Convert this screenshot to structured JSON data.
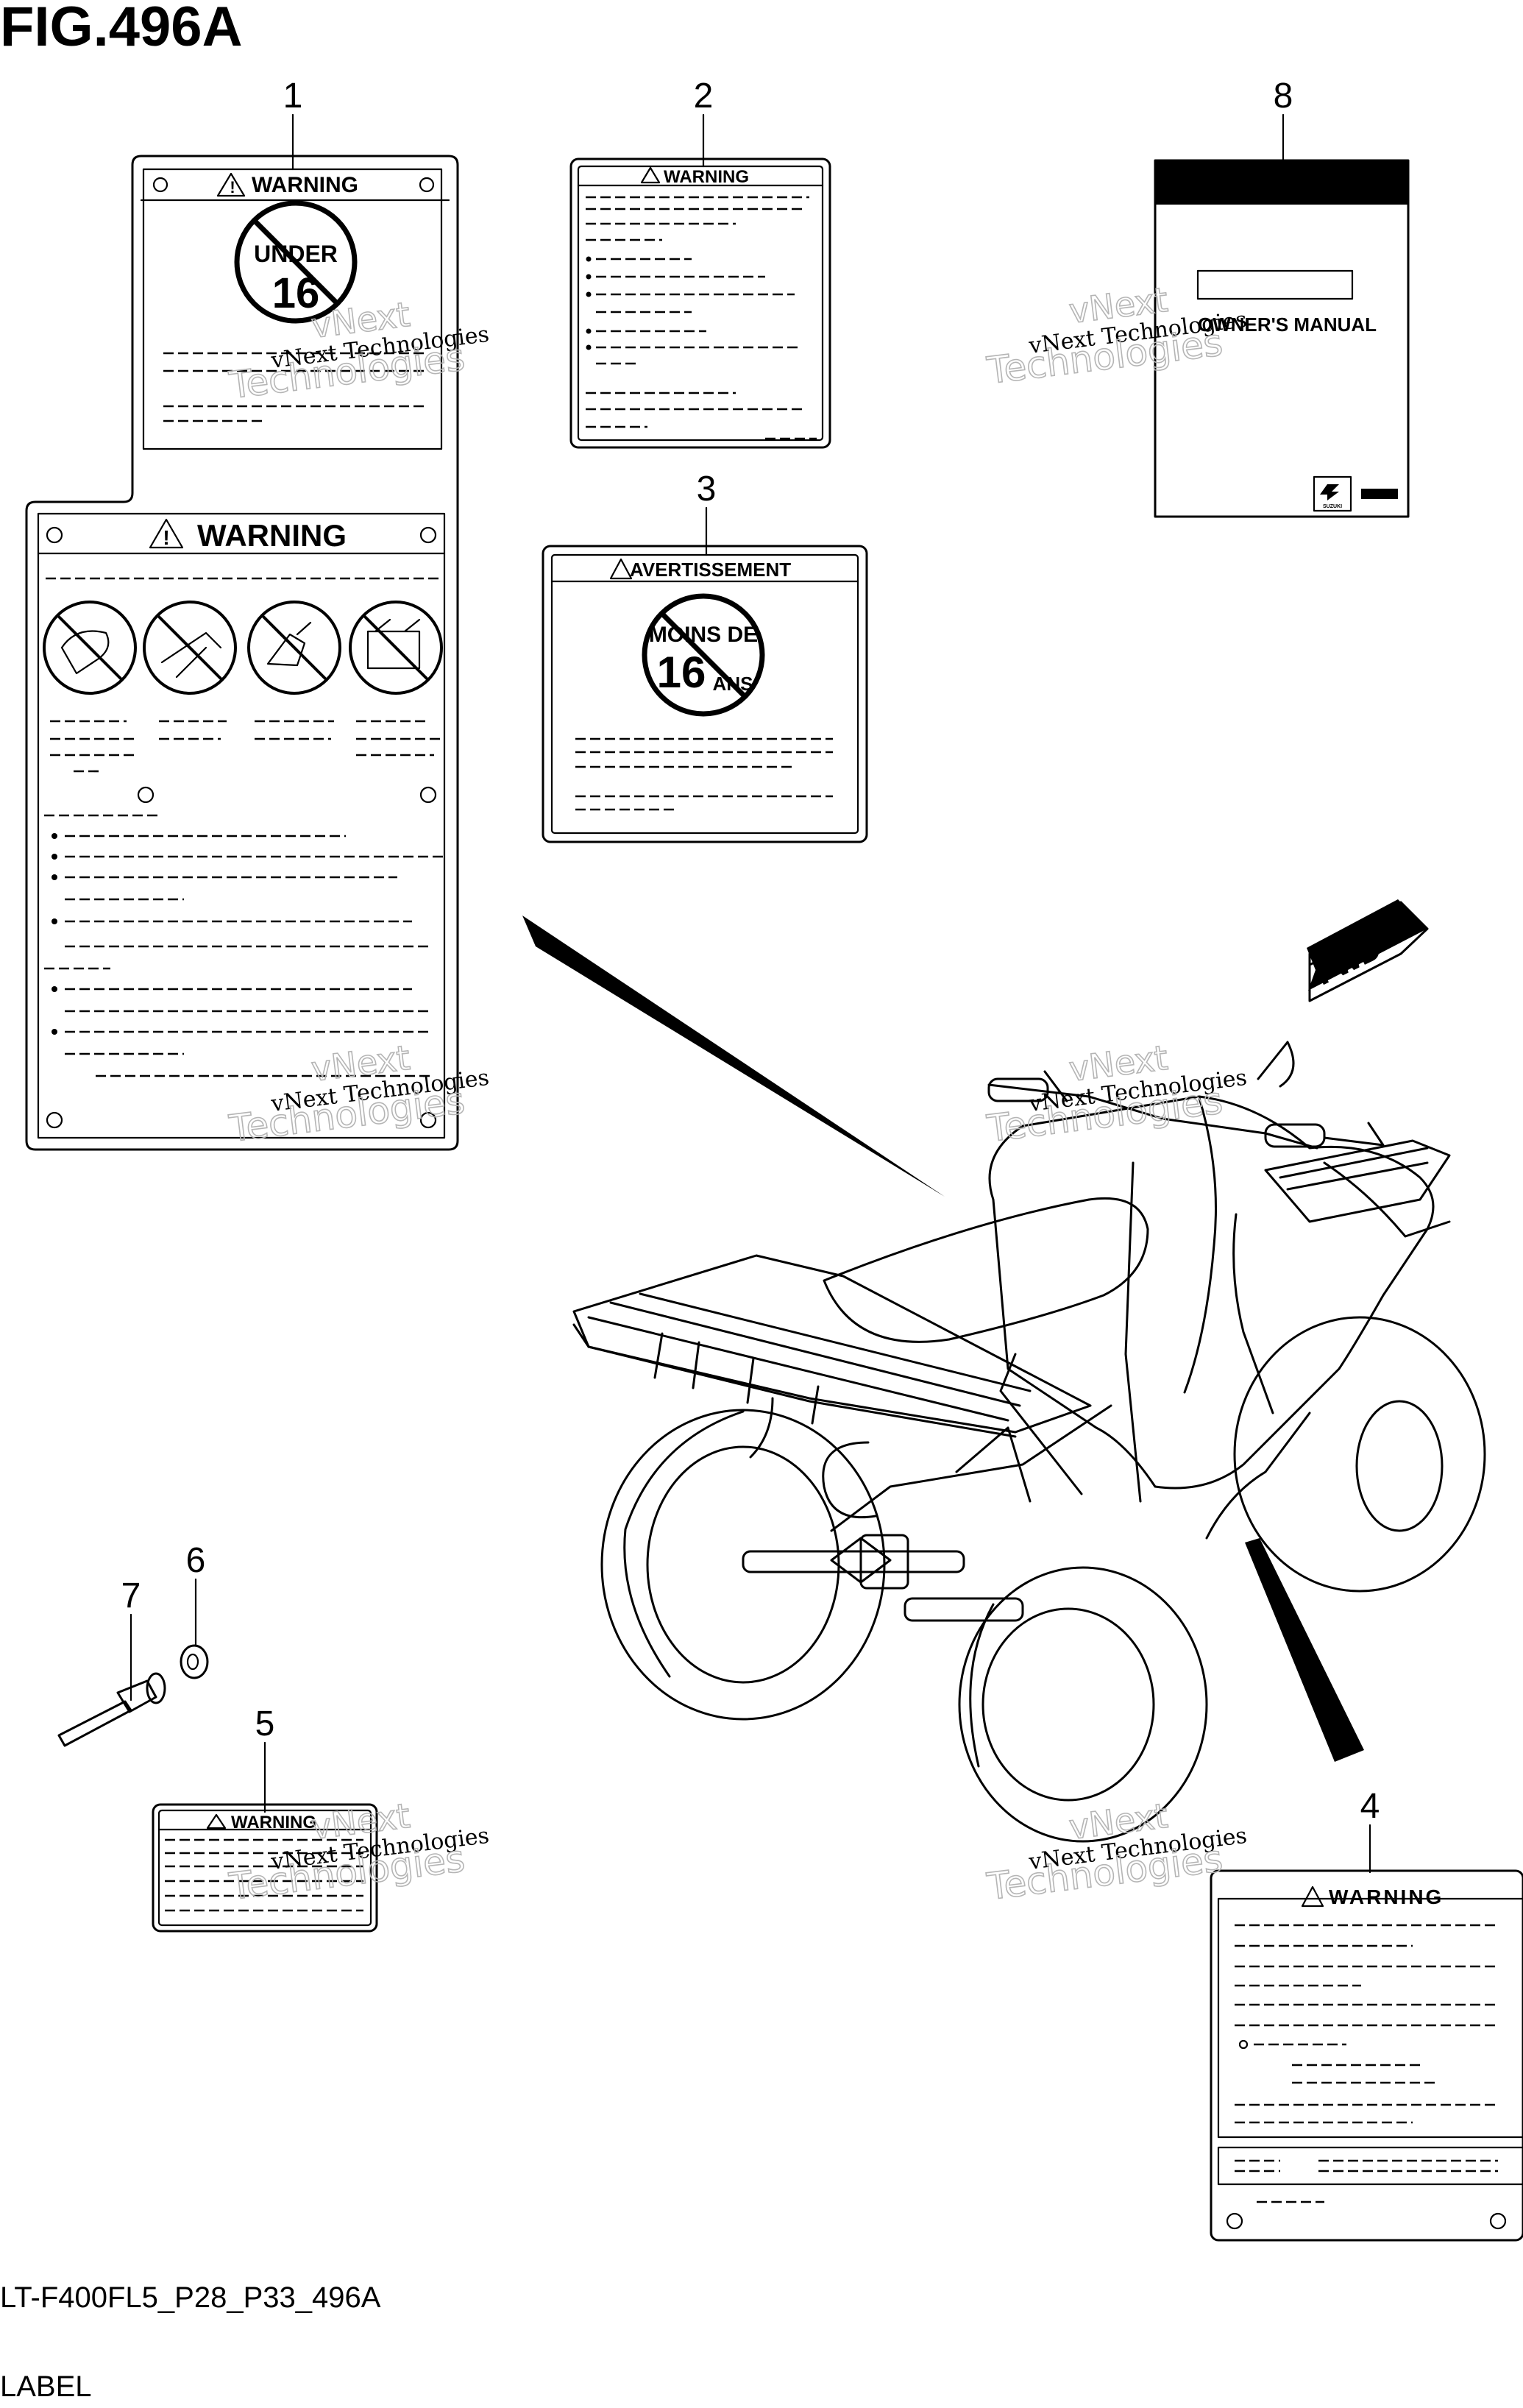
{
  "figure": {
    "title": "FIG.496A",
    "model_code": "LT-F400FL5_P28_P33_496A",
    "section_name": "LABEL"
  },
  "callouts": [
    "1",
    "2",
    "3",
    "4",
    "5",
    "6",
    "7",
    "8"
  ],
  "labels": {
    "warning": "WARNING",
    "avertissement": "AVERTISSEMENT",
    "under": "UNDER",
    "sixteen": "16",
    "moins_de": "MOINS DE",
    "ans": "ANS",
    "owners_manual": "OWNER'S MANUAL",
    "fwd": "FWD",
    "suzuki": "SUZUKI"
  },
  "watermark": {
    "line1": "vNext Technologies",
    "line2": "vNext",
    "line3": "Technologies"
  }
}
